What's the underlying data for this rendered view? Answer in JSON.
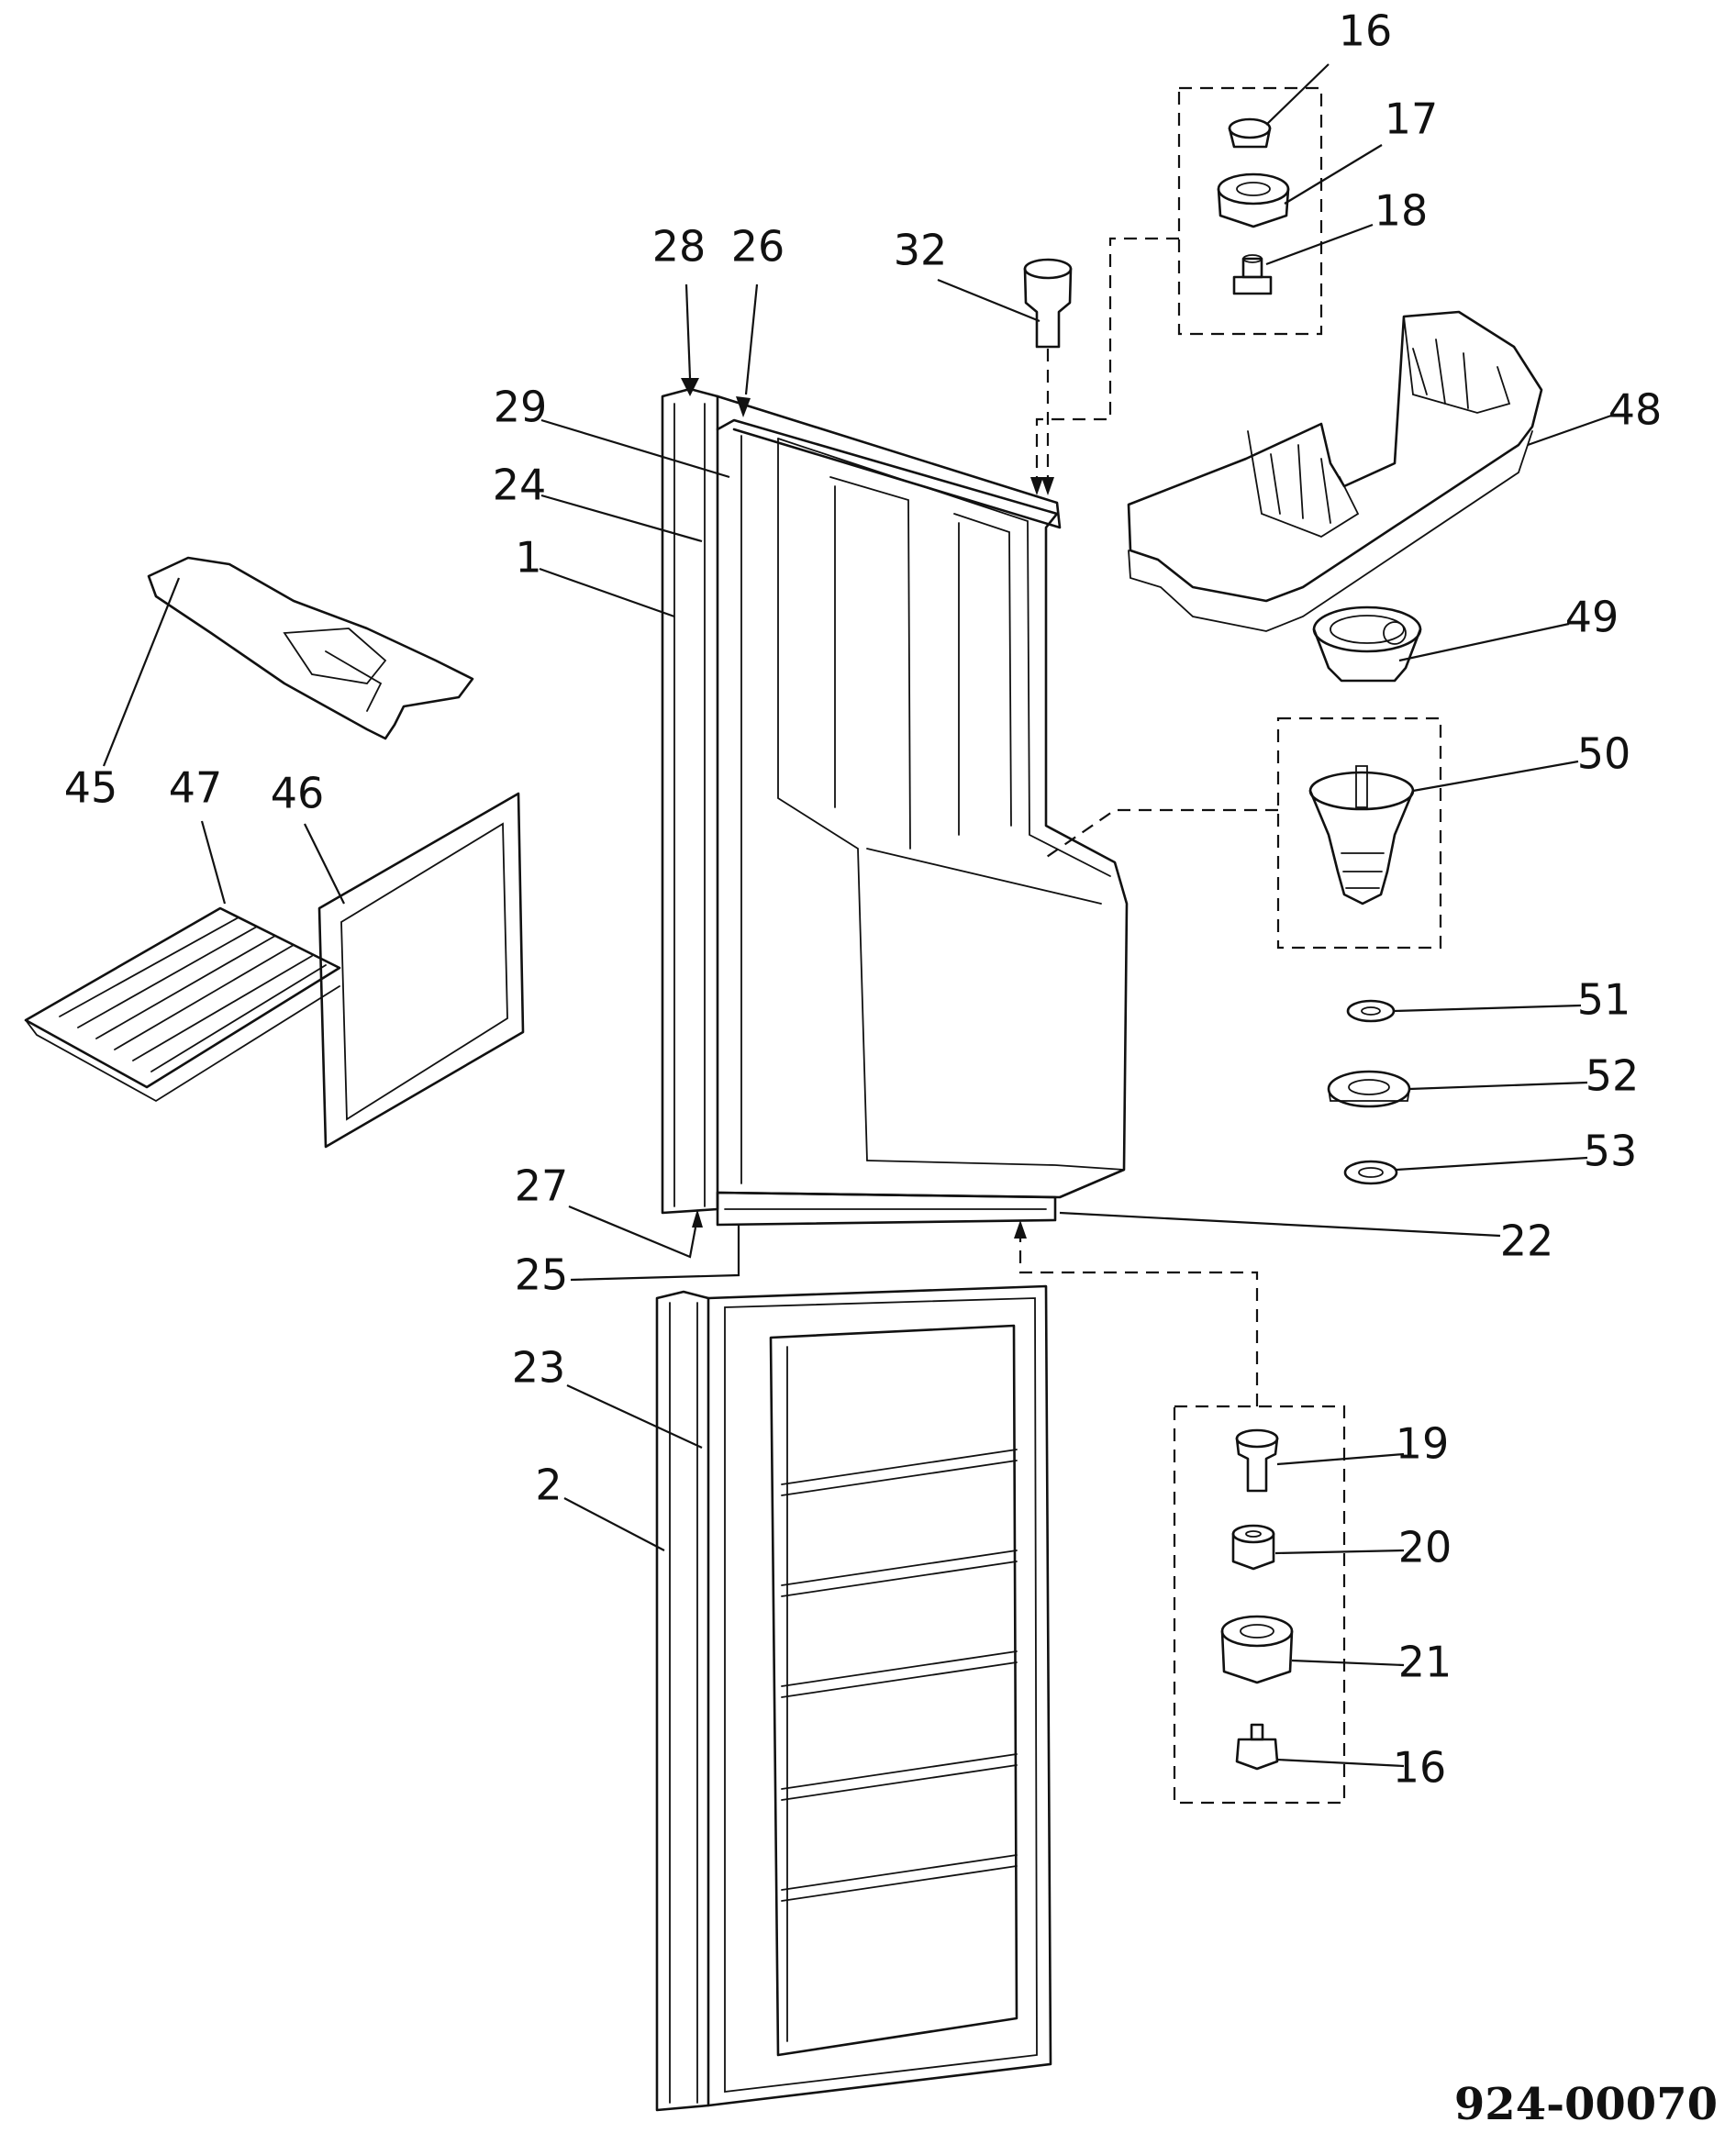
{
  "callouts": {
    "c16a": "16",
    "c17": "17",
    "c18": "18",
    "c32": "32",
    "c28": "28",
    "c26": "26",
    "c29": "29",
    "c24": "24",
    "c1": "1",
    "c48": "48",
    "c49": "49",
    "c45": "45",
    "c47": "47",
    "c46": "46",
    "c50": "50",
    "c51": "51",
    "c52": "52",
    "c53": "53",
    "c27": "27",
    "c22": "22",
    "c25": "25",
    "c23": "23",
    "c2": "2",
    "c19": "19",
    "c20": "20",
    "c21": "21",
    "c16b": "16"
  },
  "drawing_number": "924-00070"
}
